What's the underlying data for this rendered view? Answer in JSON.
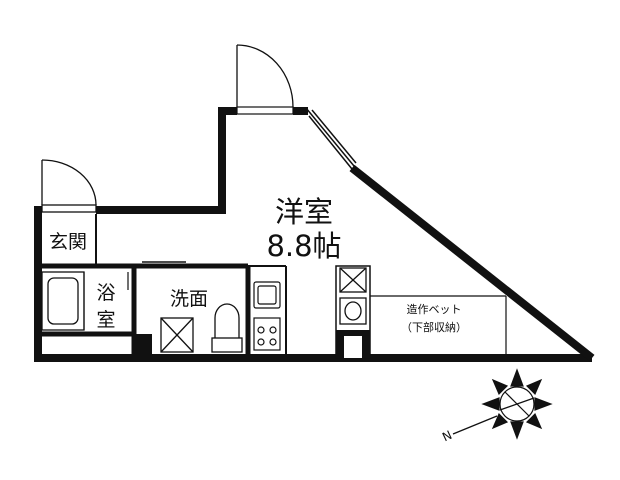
{
  "floorplan": {
    "rooms": {
      "western": {
        "name": "洋室",
        "size": "8.8帖"
      },
      "entrance": {
        "name": "玄関"
      },
      "bath": {
        "line1": "浴",
        "line2": "室"
      },
      "washroom": {
        "name": "洗面"
      },
      "bed": {
        "line1": "造作ベット",
        "line2": "（下部収納）"
      }
    },
    "compass": {
      "north_label": "N"
    },
    "colors": {
      "wall": "#111111",
      "background": "#ffffff"
    }
  }
}
